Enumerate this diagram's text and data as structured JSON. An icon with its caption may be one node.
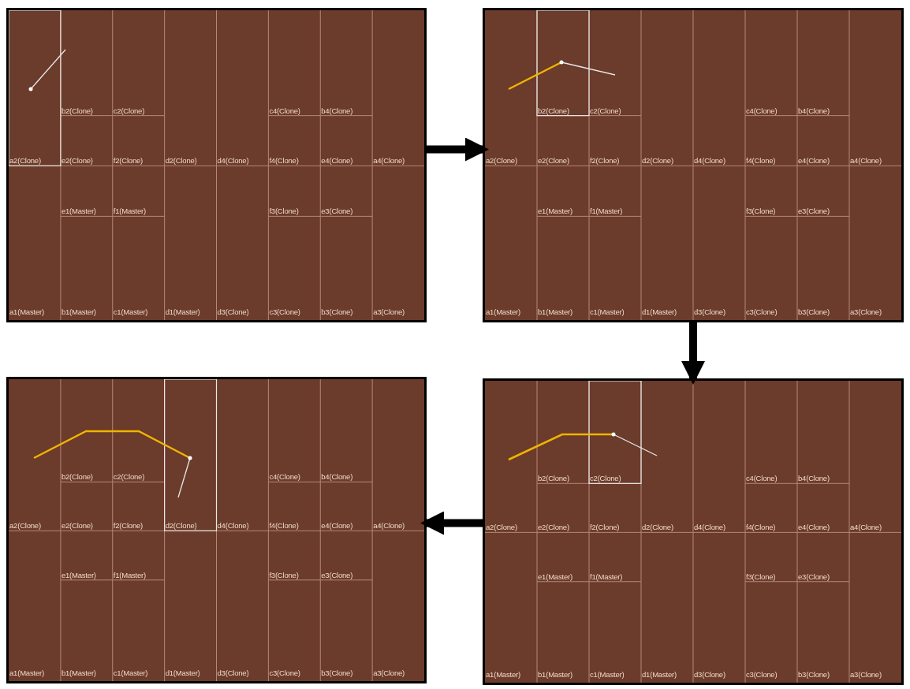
{
  "diagram": {
    "nodes": [
      {
        "text": [
          "b2(Clone)",
          "c2(Clone)",
          "c4(Clone)",
          "b4(Clone)",
          "a2(Clone)",
          "e2(Clone)",
          "f2(Clone)",
          "d2(Clone)",
          "d4(Clone)",
          "f4(Clone)",
          "e4(Clone)",
          "a4(Clone)",
          "e1(Master)",
          "f1(Master)",
          "f3(Clone)",
          "e3(Clone)",
          "a1(Master)",
          "b1(Master)",
          "c1(Master)",
          "d1(Master)",
          "d3(Clone)",
          "c3(Clone)",
          "b3(Clone)",
          "a3(Clone)"
        ]
      },
      {
        "text": [
          "b2(Clone)",
          "c2(Clone)",
          "c4(Clone)",
          "b4(Clone)",
          "a2(Clone)",
          "e2(Clone)",
          "f2(Clone)",
          "d2(Clone)",
          "d4(Clone)",
          "f4(Clone)",
          "e4(Clone)",
          "a4(Clone)",
          "e1(Master)",
          "f1(Master)",
          "f3(Clone)",
          "e3(Clone)",
          "a1(Master)",
          "b1(Master)",
          "c1(Master)",
          "d1(Master)",
          "d3(Clone)",
          "c3(Clone)",
          "b3(Clone)",
          "a3(Clone)"
        ]
      },
      {
        "text": [
          "b2(Clone)",
          "c2(Clone)",
          "c4(Clone)",
          "b4(Clone)",
          "a2(Clone)",
          "e2(Clone)",
          "f2(Clone)",
          "d2(Clone)",
          "d4(Clone)",
          "f4(Clone)",
          "e4(Clone)",
          "a4(Clone)",
          "e1(Master)",
          "f1(Master)",
          "f3(Clone)",
          "e3(Clone)",
          "a1(Master)",
          "b1(Master)",
          "c1(Master)",
          "d1(Master)",
          "d3(Clone)",
          "c3(Clone)",
          "b3(Clone)",
          "a3(Clone)"
        ]
      },
      {
        "text": [
          "b2(Clone)",
          "c2(Clone)",
          "c4(Clone)",
          "b4(Clone)",
          "a2(Clone)",
          "e2(Clone)",
          "f2(Clone)",
          "d2(Clone)",
          "d4(Clone)",
          "f4(Clone)",
          "e4(Clone)",
          "a4(Clone)",
          "e1(Master)",
          "f1(Master)",
          "f3(Clone)",
          "e3(Clone)",
          "a1(Master)",
          "b1(Master)",
          "c1(Master)",
          "d1(Master)",
          "d3(Clone)",
          "c3(Clone)",
          "b3(Clone)",
          "a3(Clone)"
        ]
      }
    ],
    "edges": [
      {
        "from": 0,
        "to": 1,
        "arrow": "to"
      },
      {
        "from": 1,
        "to": 3,
        "arrow": "to"
      },
      {
        "from": 3,
        "to": 2,
        "arrow": "to"
      }
    ]
  }
}
